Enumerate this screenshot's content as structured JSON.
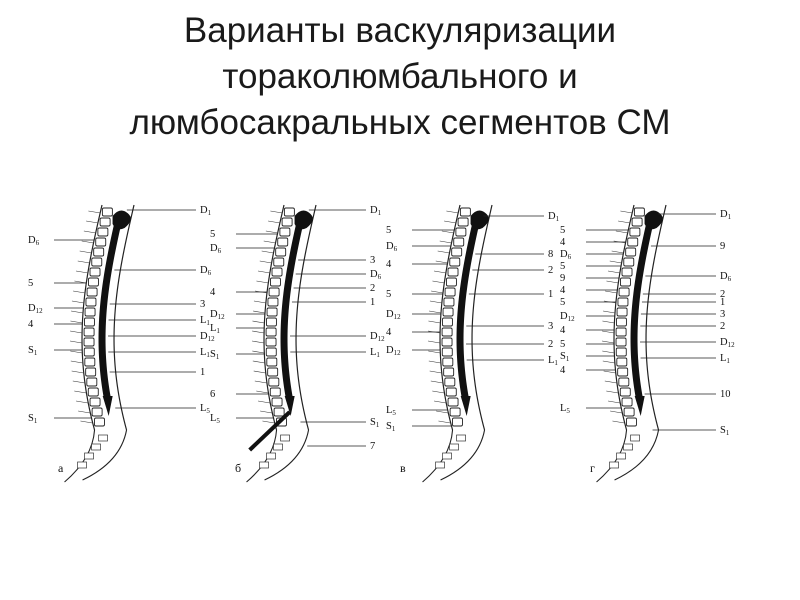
{
  "title": {
    "line1": "Варианты васкуляризации",
    "line2": "тораколюмбального и",
    "line3": "люмбосакральных сегментов СМ"
  },
  "panels": [
    {
      "caption": "а",
      "left_labels": [
        {
          "b": "D",
          "s": "6"
        },
        {
          "b": "5",
          "s": ""
        },
        {
          "b": "D",
          "s": "12"
        },
        {
          "b": "4",
          "s": ""
        },
        {
          "b": "S",
          "s": "1"
        },
        {
          "b": "S",
          "s": "1"
        }
      ],
      "right_labels": [
        {
          "b": "D",
          "s": "1"
        },
        {
          "b": "D",
          "s": "6"
        },
        {
          "b": "3",
          "s": ""
        },
        {
          "b": "L",
          "s": "1"
        },
        {
          "b": "D",
          "s": "12"
        },
        {
          "b": "L",
          "s": "1"
        },
        {
          "b": "1",
          "s": ""
        },
        {
          "b": "L",
          "s": "5"
        }
      ]
    },
    {
      "caption": "б",
      "left_labels": [
        {
          "b": "5",
          "s": ""
        },
        {
          "b": "D",
          "s": "6"
        },
        {
          "b": "4",
          "s": ""
        },
        {
          "b": "D",
          "s": "12"
        },
        {
          "b": "L",
          "s": "1"
        },
        {
          "b": "S",
          "s": "1"
        },
        {
          "b": "6",
          "s": ""
        },
        {
          "b": "L",
          "s": "5"
        }
      ],
      "right_labels": [
        {
          "b": "D",
          "s": "1"
        },
        {
          "b": "3",
          "s": ""
        },
        {
          "b": "D",
          "s": "6"
        },
        {
          "b": "2",
          "s": ""
        },
        {
          "b": "1",
          "s": ""
        },
        {
          "b": "D",
          "s": "12"
        },
        {
          "b": "L",
          "s": "1"
        },
        {
          "b": "S",
          "s": "1"
        },
        {
          "b": "7",
          "s": ""
        }
      ]
    },
    {
      "caption": "в",
      "left_labels": [
        {
          "b": "5",
          "s": ""
        },
        {
          "b": "D",
          "s": "6"
        },
        {
          "b": "4",
          "s": ""
        },
        {
          "b": "5",
          "s": ""
        },
        {
          "b": "D",
          "s": "12"
        },
        {
          "b": "4",
          "s": ""
        },
        {
          "b": "D",
          "s": "12"
        },
        {
          "b": "L",
          "s": "5"
        },
        {
          "b": "S",
          "s": "1"
        }
      ],
      "right_labels": [
        {
          "b": "D",
          "s": "1"
        },
        {
          "b": "8",
          "s": ""
        },
        {
          "b": "2",
          "s": ""
        },
        {
          "b": "1",
          "s": ""
        },
        {
          "b": "3",
          "s": ""
        },
        {
          "b": "2",
          "s": ""
        },
        {
          "b": "L",
          "s": "1"
        }
      ]
    },
    {
      "caption": "г",
      "left_labels": [
        {
          "b": "5",
          "s": ""
        },
        {
          "b": "4",
          "s": ""
        },
        {
          "b": "D",
          "s": "6"
        },
        {
          "b": "5",
          "s": ""
        },
        {
          "b": "9",
          "s": ""
        },
        {
          "b": "4",
          "s": ""
        },
        {
          "b": "5",
          "s": ""
        },
        {
          "b": "D",
          "s": "12"
        },
        {
          "b": "4",
          "s": ""
        },
        {
          "b": "5",
          "s": ""
        },
        {
          "b": "S",
          "s": "1"
        },
        {
          "b": "4",
          "s": ""
        },
        {
          "b": "L",
          "s": "5"
        }
      ],
      "right_labels": [
        {
          "b": "D",
          "s": "1"
        },
        {
          "b": "9",
          "s": ""
        },
        {
          "b": "D",
          "s": "6"
        },
        {
          "b": "2",
          "s": ""
        },
        {
          "b": "1",
          "s": ""
        },
        {
          "b": "3",
          "s": ""
        },
        {
          "b": "2",
          "s": ""
        },
        {
          "b": "D",
          "s": "12"
        },
        {
          "b": "L",
          "s": "1"
        },
        {
          "b": "10",
          "s": ""
        },
        {
          "b": "S",
          "s": "1"
        }
      ]
    }
  ]
}
